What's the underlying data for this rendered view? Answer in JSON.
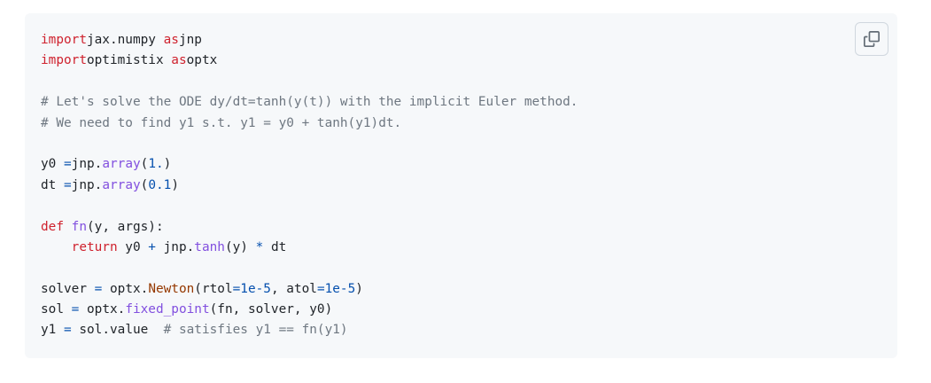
{
  "code_lines": [
    [
      [
        "kw",
        "import"
      ],
      [
        "",
        "jax.numpy "
      ],
      [
        "kw",
        "as"
      ],
      [
        "",
        "jnp"
      ]
    ],
    [
      [
        "kw",
        "import"
      ],
      [
        "",
        "optimistix "
      ],
      [
        "kw",
        "as"
      ],
      [
        "",
        "optx"
      ]
    ],
    [],
    [
      [
        "cm",
        "# Let's solve the ODE dy/dt=tanh(y(t)) with the implicit Euler method."
      ]
    ],
    [
      [
        "cm",
        "# We need to find y1 s.t. y1 = y0 + tanh(y1)dt."
      ]
    ],
    [],
    [
      [
        "",
        "y0 "
      ],
      [
        "op",
        "="
      ],
      [
        "",
        "jnp."
      ],
      [
        "fn",
        "array"
      ],
      [
        "",
        "("
      ],
      [
        "num",
        "1."
      ],
      [
        "",
        ")"
      ]
    ],
    [
      [
        "",
        "dt "
      ],
      [
        "op",
        "="
      ],
      [
        "",
        "jnp."
      ],
      [
        "fn",
        "array"
      ],
      [
        "",
        "("
      ],
      [
        "num",
        "0.1"
      ],
      [
        "",
        ")"
      ]
    ],
    [],
    [
      [
        "kw",
        "def"
      ],
      [
        "",
        " "
      ],
      [
        "fn",
        "fn"
      ],
      [
        "",
        "(y, args):"
      ]
    ],
    [
      [
        "",
        "    "
      ],
      [
        "kw",
        "return"
      ],
      [
        "",
        ""
      ],
      [
        "",
        " y0 "
      ],
      [
        "op",
        "+"
      ],
      [
        "",
        ""
      ],
      [
        "",
        " jnp."
      ],
      [
        "fn",
        "tanh"
      ],
      [
        "",
        "(y) "
      ],
      [
        "op",
        "*"
      ],
      [
        "",
        " dt"
      ]
    ],
    [],
    [
      [
        "",
        "solver "
      ],
      [
        "op",
        "="
      ],
      [
        "",
        " optx."
      ],
      [
        "cls",
        "Newton"
      ],
      [
        "",
        "(rtol"
      ],
      [
        "op",
        "="
      ],
      [
        "num",
        "1e-5"
      ],
      [
        "",
        ", atol"
      ],
      [
        "op",
        "="
      ],
      [
        "num",
        "1e-5"
      ],
      [
        "",
        ")"
      ]
    ],
    [
      [
        "",
        "sol "
      ],
      [
        "op",
        "="
      ],
      [
        "",
        " optx."
      ],
      [
        "fn",
        "fixed_point"
      ],
      [
        "",
        "(fn, solver, y0)"
      ]
    ],
    [
      [
        "",
        "y1 "
      ],
      [
        "op",
        "="
      ],
      [
        "",
        " sol.value  "
      ],
      [
        "cm",
        "# satisfies y1 == fn(y1)"
      ]
    ]
  ],
  "copy_button": {
    "icon": "copy-icon",
    "icon_color": "#636c76"
  },
  "colors": {
    "background": "#f6f8fa",
    "keyword": "#cf222e",
    "comment": "#6e7781",
    "function": "#8250df",
    "number": "#0550ae",
    "class": "#953800",
    "text": "#1f2328"
  }
}
